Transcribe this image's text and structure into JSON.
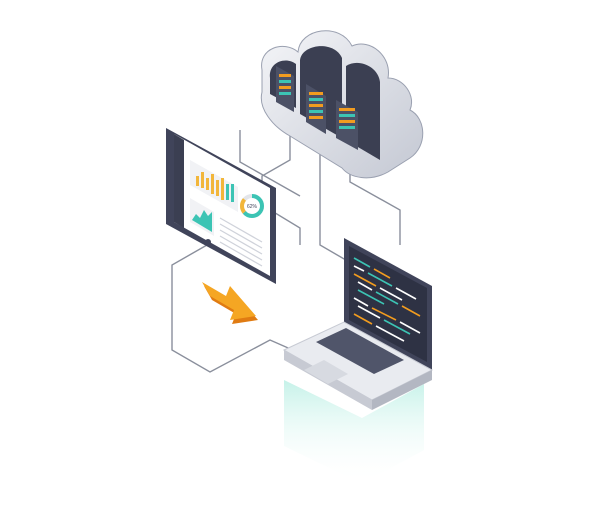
{
  "scene": {
    "title": "",
    "elements": [
      {
        "name": "cloud-server-icon",
        "kind": "cloud with three server racks"
      },
      {
        "name": "dashboard-monitor",
        "kind": "monitor showing analytics dashboard with bar chart and donut chart"
      },
      {
        "name": "donut-chart-value",
        "text": "62%"
      },
      {
        "name": "laptop-code-editor",
        "kind": "laptop showing source code"
      },
      {
        "name": "transfer-arrow-icon",
        "kind": "orange arrow pointing toward laptop"
      },
      {
        "name": "connection-lines",
        "kind": "thin grey connector lines"
      }
    ]
  },
  "colors": {
    "cloud_light": "#eceef3",
    "cloud_mid": "#c9ccd6",
    "cloud_dark": "#9aa0b0",
    "server_dark": "#3b3f52",
    "server_face": "#4c5166",
    "led_orange": "#f29c1f",
    "led_teal": "#3cc4b4",
    "arrow_orange": "#f5a623",
    "arrow_shadow": "#e07b12",
    "screen_bg": "#ffffff",
    "frame_dark": "#40445a",
    "code_bg": "#2e3244",
    "line_grey": "#8a8f9c",
    "glow_teal": "#c8f2ea"
  }
}
